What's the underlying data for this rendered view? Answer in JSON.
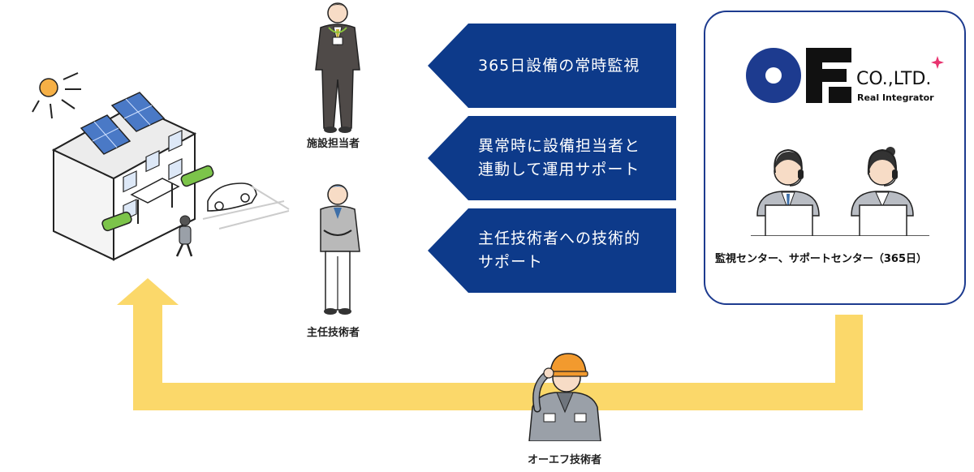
{
  "roles": {
    "facility_manager": "施設担当者",
    "chief_engineer": "主任技術者",
    "of_engineer": "オーエフ技術者"
  },
  "services": [
    {
      "lines": [
        "365日設備の常時監視"
      ]
    },
    {
      "lines": [
        "異常時に設備担当者と",
        "連動して運用サポート"
      ]
    },
    {
      "lines": [
        "主任技術者への技術的",
        "サポート"
      ]
    }
  ],
  "company": {
    "name": "CO.,LTD.",
    "tagline": "Real Integrator",
    "center_label": "監視センター、サポートセンター（365日）"
  },
  "colors": {
    "navy": "#0d3a8a",
    "loop_arrow": "#fbd86a",
    "box_border": "#1d3b8f",
    "accent_pink": "#e8336f"
  }
}
